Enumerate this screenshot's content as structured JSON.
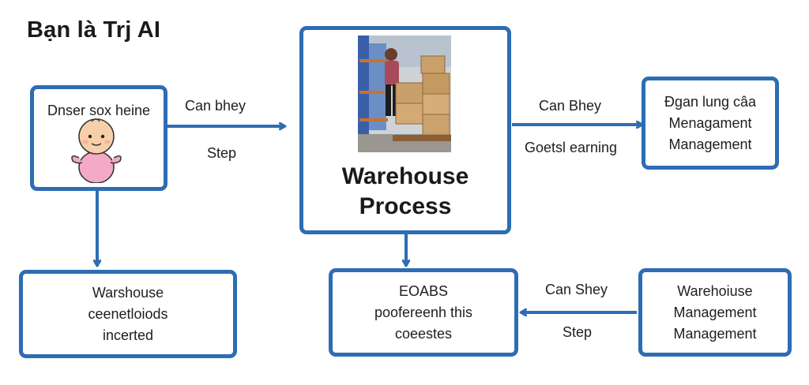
{
  "title": "Bạn là Trj AI",
  "colors": {
    "accent": "#2d6db3",
    "text": "#1e1e1e"
  },
  "nodes": {
    "start": {
      "lines": [
        "Dnser sox heine"
      ],
      "icon": "baby-icon"
    },
    "process": {
      "photo": "warehouse-worker-photo",
      "lines": [
        "Warehouse",
        "Process"
      ]
    },
    "top_right": {
      "lines": [
        "Đgan lung câa",
        "Menagament",
        "Management"
      ]
    },
    "bottom_left": {
      "lines": [
        "Warshouse",
        "ceenetloiods",
        "incerted"
      ]
    },
    "bottom_mid": {
      "lines": [
        "EOABS",
        "poofereenh this",
        "coeestes"
      ]
    },
    "bottom_right": {
      "lines": [
        "Warehoiuse",
        "Management",
        "Management"
      ]
    }
  },
  "edges": {
    "start_to_process": {
      "label_top": "Can bhey",
      "label_bottom": "Step"
    },
    "process_to_top_right": {
      "label_top": "Can Bhey",
      "label_bottom": "Goetsl earning"
    },
    "bottom_right_to_bottom_mid": {
      "label_top": "Can Shey",
      "label_bottom": "Step"
    }
  }
}
